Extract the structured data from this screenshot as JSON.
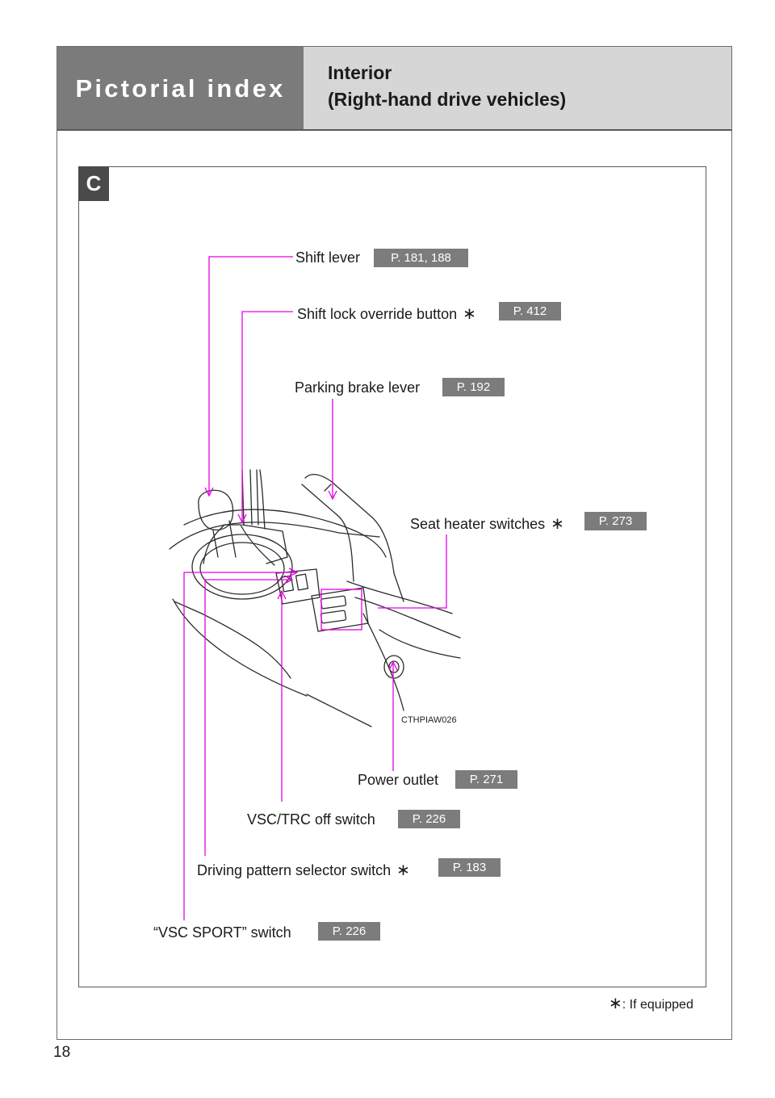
{
  "header": {
    "section": "Pictorial index",
    "title_line1": "Interior",
    "title_line2": "(Right-hand drive vehicles)"
  },
  "panel_badge": "C",
  "callouts": {
    "shift_lever": {
      "label": "Shift lever",
      "page": "P. 181, 188"
    },
    "shift_lock": {
      "label": "Shift lock override button",
      "mark": "∗",
      "page": "P. 412"
    },
    "parking_brake": {
      "label": "Parking brake lever",
      "page": "P. 192"
    },
    "seat_heater": {
      "label": "Seat heater switches",
      "mark": "∗",
      "page": "P. 273"
    },
    "power_outlet": {
      "label": "Power outlet",
      "page": "P. 271"
    },
    "vsc_trc": {
      "label": "VSC/TRC off switch",
      "page": "P. 226"
    },
    "driving_pattern": {
      "label": "Driving pattern selector switch",
      "mark": "∗",
      "page": "P. 183"
    },
    "vsc_sport": {
      "label": "“VSC SPORT” switch",
      "page": "P. 226"
    }
  },
  "illustration_code": "CTHPIAW026",
  "footnote": {
    "mark": "∗",
    "text": ": If equipped"
  },
  "page_number": "18",
  "colors": {
    "leader": "#e600e6",
    "tab_dark": "#7b7b7b",
    "tab_light": "#d6d6d6",
    "page_tag": "#7c7c7c"
  }
}
